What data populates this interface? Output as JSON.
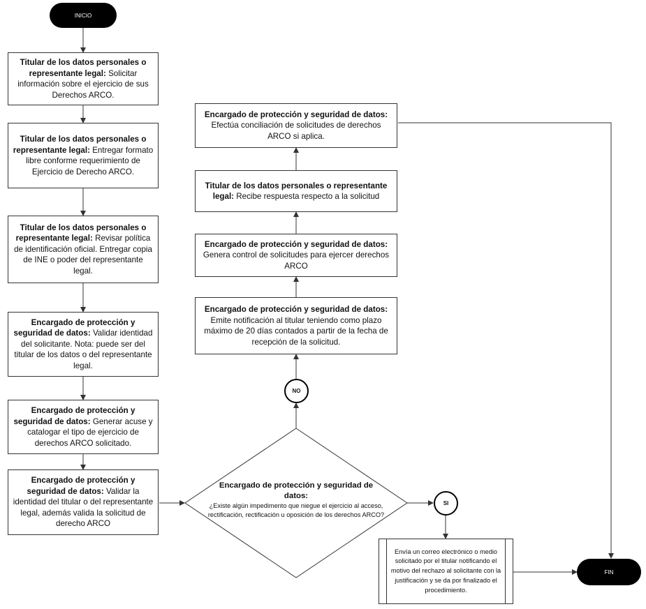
{
  "terminals": {
    "start": "INICIO",
    "end": "FIN"
  },
  "steps": [
    {
      "bold": "Titular de los datos personales o representante legal:",
      "text": "Solicitar información sobre el ejercicio de sus Derechos ARCO."
    },
    {
      "bold": "Titular de los datos personales o representante legal:",
      "text": "Entregar formato libre conforme requerimiento de Ejercicio de Derecho ARCO."
    },
    {
      "bold": "Titular de los datos personales o representante legal:",
      "text": "Revisar política de identificación oficial. Entregar copia de INE o poder del representante legal."
    },
    {
      "bold": "Encargado de protección y seguridad de datos:",
      "text": "Validar identidad del solicitante. Nota: puede ser del titular de los datos o del representante legal."
    },
    {
      "bold": "Encargado de protección y seguridad de datos:",
      "text": "Generar acuse y catalogar el tipo de ejercicio de derechos ARCO solicitado."
    },
    {
      "bold": "Encargado de protección y seguridad de datos:",
      "text": "Validar la identidad del titular o del representante legal, además valida la solicitud de derecho ARCO"
    }
  ],
  "decision": {
    "bold": "Encargado de protección y seguridad de datos:",
    "text": "¿Existe algún impedimento que niegue el ejercicio al acceso, rectificación, rectificación u oposición de los derechos ARCO?"
  },
  "connectors": {
    "no": "NO",
    "yes": "SI"
  },
  "no_branch": [
    {
      "bold": "Encargado de protección y seguridad de datos:",
      "text": "Emite notificación al titular teniendo como plazo máximo de 20 días contados a partir de la fecha de recepción de la solicitud."
    },
    {
      "bold": "Encargado de protección y seguridad de datos:",
      "text": "Genera control de solicitudes para ejercer derechos ARCO"
    },
    {
      "bold": "Titular de los datos personales o representante legal:",
      "text": "Recibe respuesta respecto a la solicitud"
    },
    {
      "bold": "Encargado de protección y seguridad de datos:",
      "text": "Efectúa conciliación de solicitudes de derechos ARCO si aplica."
    }
  ],
  "yes_branch": {
    "text": "Envía un correo electrónico o medio solicitado por el titular notificando el motivo del rechazo al solicitante con la justificación y se da por finalizado el procedimiento."
  }
}
